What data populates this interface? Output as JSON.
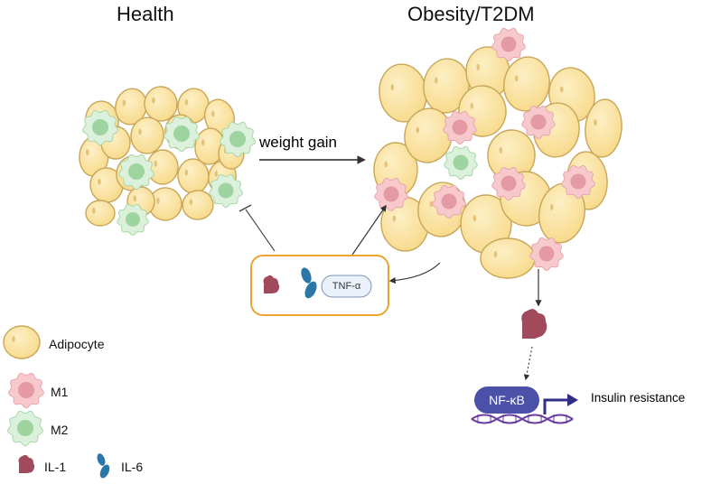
{
  "titles": {
    "health": "Health",
    "obesity": "Obesity/T2DM"
  },
  "arrow_label": "weight gain",
  "cytokine_box": {
    "tnf_label": "TNF-α"
  },
  "pathway": {
    "nfkb_label": "NF-κB",
    "outcome_label": "Insulin resistance"
  },
  "legend": {
    "adipocyte": "Adipocyte",
    "m1": "M1",
    "m2": "M2",
    "il1": "IL-1",
    "il6": "IL-6"
  },
  "colors": {
    "adipocyte_fill": "#fbe3a3",
    "adipocyte_stroke": "#c9a658",
    "m1_fill": "#f7c9cc",
    "m1_core": "#e49aa2",
    "m2_fill": "#dcf1dc",
    "m2_core": "#9ed49f",
    "il1": "#a04a5c",
    "il6": "#2b77a8",
    "box_border": "#e8a531",
    "nfkb": "#4b50a8",
    "arrow_purple": "#2f2e86"
  }
}
